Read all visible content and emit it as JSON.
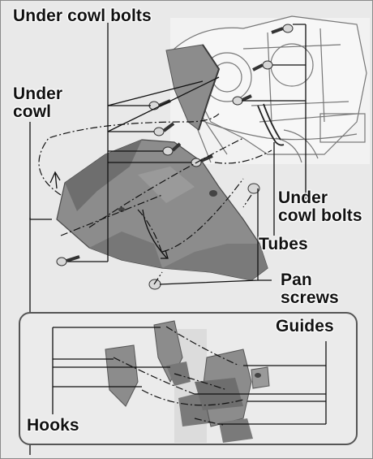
{
  "labels": {
    "under_cowl_bolts_top": "Under cowl bolts",
    "under_cowl_line1": "Under",
    "under_cowl_line2": "cowl",
    "under_cowl_bolts_right_line1": "Under",
    "under_cowl_bolts_right_line2": "cowl bolts",
    "tubes": "Tubes",
    "pan_screws_line1": "Pan",
    "pan_screws_line2": "screws",
    "guides": "Guides",
    "hooks": "Hooks"
  },
  "colors": {
    "background": "#e9e9e9",
    "part_fill": "#8c8c8c",
    "part_shadow": "#6e6e6e",
    "leader_line": "#111111"
  }
}
